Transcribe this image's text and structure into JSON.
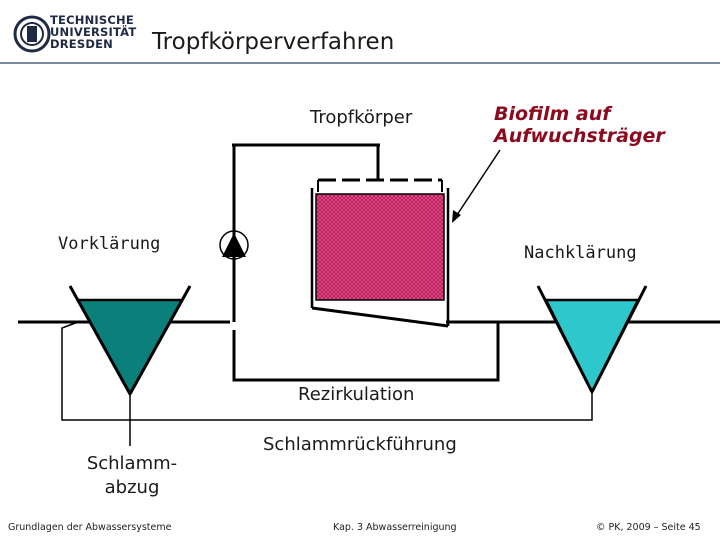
{
  "header": {
    "logo_lines": [
      "TECHNISCHE",
      "UNIVERSITÄT",
      "DRESDEN"
    ],
    "title": "Tropfkörperverfahren"
  },
  "diagram": {
    "label_tropfkoerper": "Tropfkörper",
    "label_biofilm_1": "Biofilm auf",
    "label_biofilm_2": "Aufwuchsträger",
    "label_vorklaerung": "Vorklärung",
    "label_nachklaerung": "Nachklärung",
    "label_rezirkulation": "Rezirkulation",
    "label_schlammrueckfuehrung": "Schlammrückführung",
    "label_schlammabzug_1": "Schlamm-",
    "label_schlammabzug_2": "abzug",
    "colors": {
      "vorklaerung_fill": "#0b7f7a",
      "nachklaerung_fill": "#2ec8cc",
      "biofilm_fill": "#c2185b",
      "biofilm_text": "#8b0a1e"
    }
  },
  "footer": {
    "left": "Grundlagen der Abwassersysteme",
    "center": "Kap. 3 Abwasserreinigung",
    "right": "© PK, 2009 – Seite 45"
  }
}
